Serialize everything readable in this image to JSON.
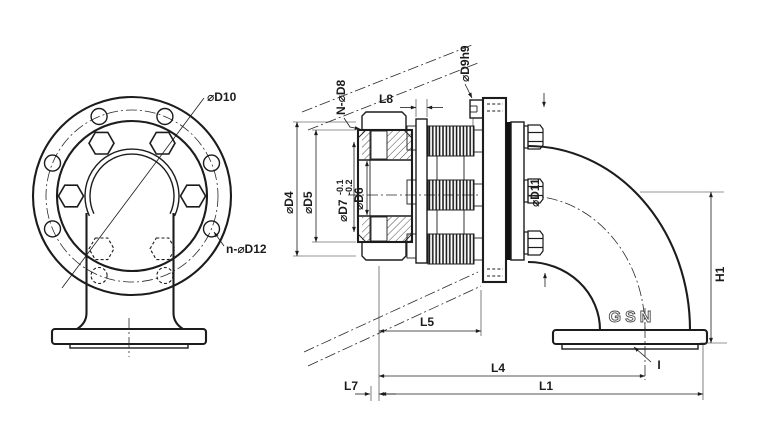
{
  "drawing": {
    "type": "engineering-drawing",
    "subject": "flanged-elbow-union-fitting",
    "background_color": "#ffffff",
    "line_color": "#1c1c1c",
    "labels": {
      "front": {
        "bolt_circle_diameter": "⌀D10",
        "bolt_holes": "n-⌀D12"
      },
      "section": {
        "d4": "⌀D4",
        "d5": "⌀D5",
        "d7": "⌀D7",
        "d7_tol_upper": "-0.1",
        "d7_tol_lower": "-0.2",
        "d6": "⌀D6",
        "d8": "N-⌀D8",
        "d9": "⌀D9h9",
        "d11": "⌀D11",
        "l8": "L8"
      },
      "elbow": {
        "h1": "H1",
        "l5": "L5",
        "l7": "L7",
        "l4": "L4",
        "l1": "L1",
        "i": "I",
        "cast_mark": "GSN"
      }
    }
  }
}
